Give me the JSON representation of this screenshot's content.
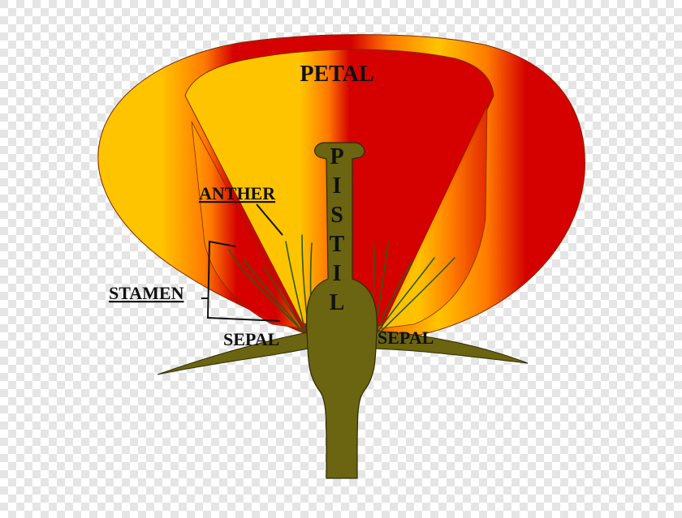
{
  "labels": {
    "petal": "PETAL",
    "anther": "ANTHER",
    "stamen": "STAMEN",
    "sepal_left": "SEPAL",
    "sepal_right": "SEPAL",
    "pistil": "PISTIL"
  },
  "colors": {
    "petal_red": "#d50000",
    "petal_yellow": "#ffc400",
    "petal_orange": "#ff7a00",
    "stem_olive": "#6b6410",
    "stamen_green": "#2f5a12",
    "checker_light": "#ffffff",
    "checker_dark": "#e5e5e5"
  }
}
